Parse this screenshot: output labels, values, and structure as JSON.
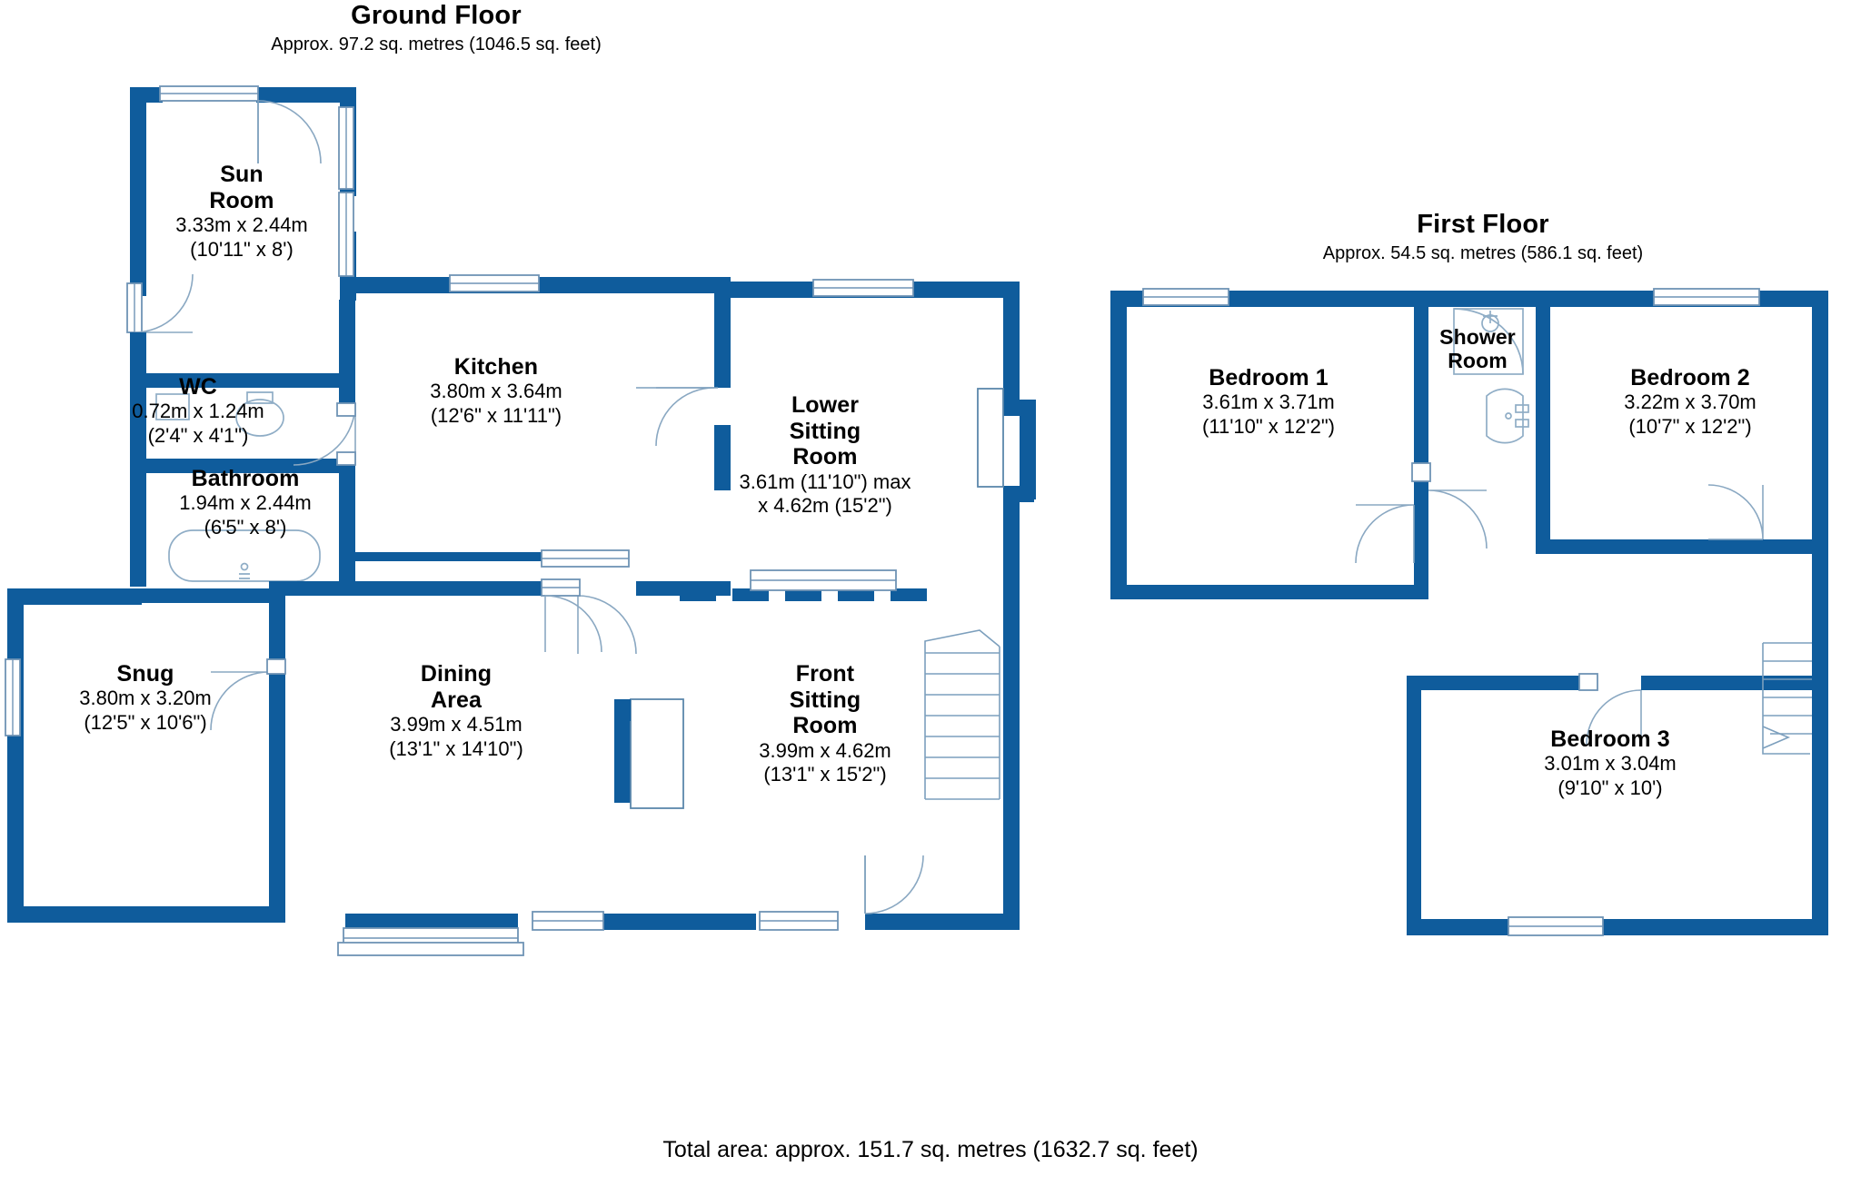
{
  "document": {
    "type": "floor-plan",
    "total_area": "Total area: approx. 151.7 sq. metres (1632.7 sq. feet)",
    "wall_color": "#0f5c9c",
    "fixture_color": "#6f93b5",
    "text_color": "#000000",
    "background": "#ffffff"
  },
  "floors": [
    {
      "id": "ground",
      "title": "Ground Floor",
      "area": "Approx. 97.2 sq. metres (1046.5 sq. feet)",
      "rooms": [
        {
          "id": "sun-room",
          "name_lines": [
            "Sun",
            "Room"
          ],
          "name": "Sun Room",
          "dim_metric": "3.33m x 2.44m",
          "dim_imperial": "(10'11\" x 8')"
        },
        {
          "id": "wc",
          "name_lines": [
            "WC"
          ],
          "name": "WC",
          "dim_metric": "0.72m x 1.24m",
          "dim_imperial": "(2'4\" x 4'1\")"
        },
        {
          "id": "bathroom",
          "name_lines": [
            "Bathroom"
          ],
          "name": "Bathroom",
          "dim_metric": "1.94m x 2.44m",
          "dim_imperial": "(6'5\" x 8')"
        },
        {
          "id": "kitchen",
          "name_lines": [
            "Kitchen"
          ],
          "name": "Kitchen",
          "dim_metric": "3.80m x 3.64m",
          "dim_imperial": "(12'6\" x 11'11\")"
        },
        {
          "id": "lower-sitting-room",
          "name_lines": [
            "Lower",
            "Sitting",
            "Room"
          ],
          "name": "Lower Sitting Room",
          "dim_metric": "3.61m (11'10\") max",
          "dim_imperial": "x 4.62m (15'2\")"
        },
        {
          "id": "snug",
          "name_lines": [
            "Snug"
          ],
          "name": "Snug",
          "dim_metric": "3.80m x 3.20m",
          "dim_imperial": "(12'5\" x 10'6\")"
        },
        {
          "id": "dining-area",
          "name_lines": [
            "Dining",
            "Area"
          ],
          "name": "Dining Area",
          "dim_metric": "3.99m x 4.51m",
          "dim_imperial": "(13'1\" x 14'10\")"
        },
        {
          "id": "front-sitting-room",
          "name_lines": [
            "Front",
            "Sitting",
            "Room"
          ],
          "name": "Front Sitting Room",
          "dim_metric": "3.99m x 4.62m",
          "dim_imperial": "(13'1\" x 15'2\")"
        }
      ]
    },
    {
      "id": "first",
      "title": "First Floor",
      "area": "Approx. 54.5 sq. metres (586.1 sq. feet)",
      "rooms": [
        {
          "id": "bedroom-1",
          "name_lines": [
            "Bedroom 1"
          ],
          "name": "Bedroom 1",
          "dim_metric": "3.61m x 3.71m",
          "dim_imperial": "(11'10\" x 12'2\")"
        },
        {
          "id": "shower-room",
          "name_lines": [
            "Shower",
            "Room"
          ],
          "name": "Shower Room",
          "dim_metric": "",
          "dim_imperial": ""
        },
        {
          "id": "bedroom-2",
          "name_lines": [
            "Bedroom 2"
          ],
          "name": "Bedroom 2",
          "dim_metric": "3.22m x 3.70m",
          "dim_imperial": "(10'7\" x 12'2\")"
        },
        {
          "id": "bedroom-3",
          "name_lines": [
            "Bedroom 3"
          ],
          "name": "Bedroom 3",
          "dim_metric": "3.01m x 3.04m",
          "dim_imperial": "(9'10\" x 10')"
        }
      ]
    }
  ]
}
